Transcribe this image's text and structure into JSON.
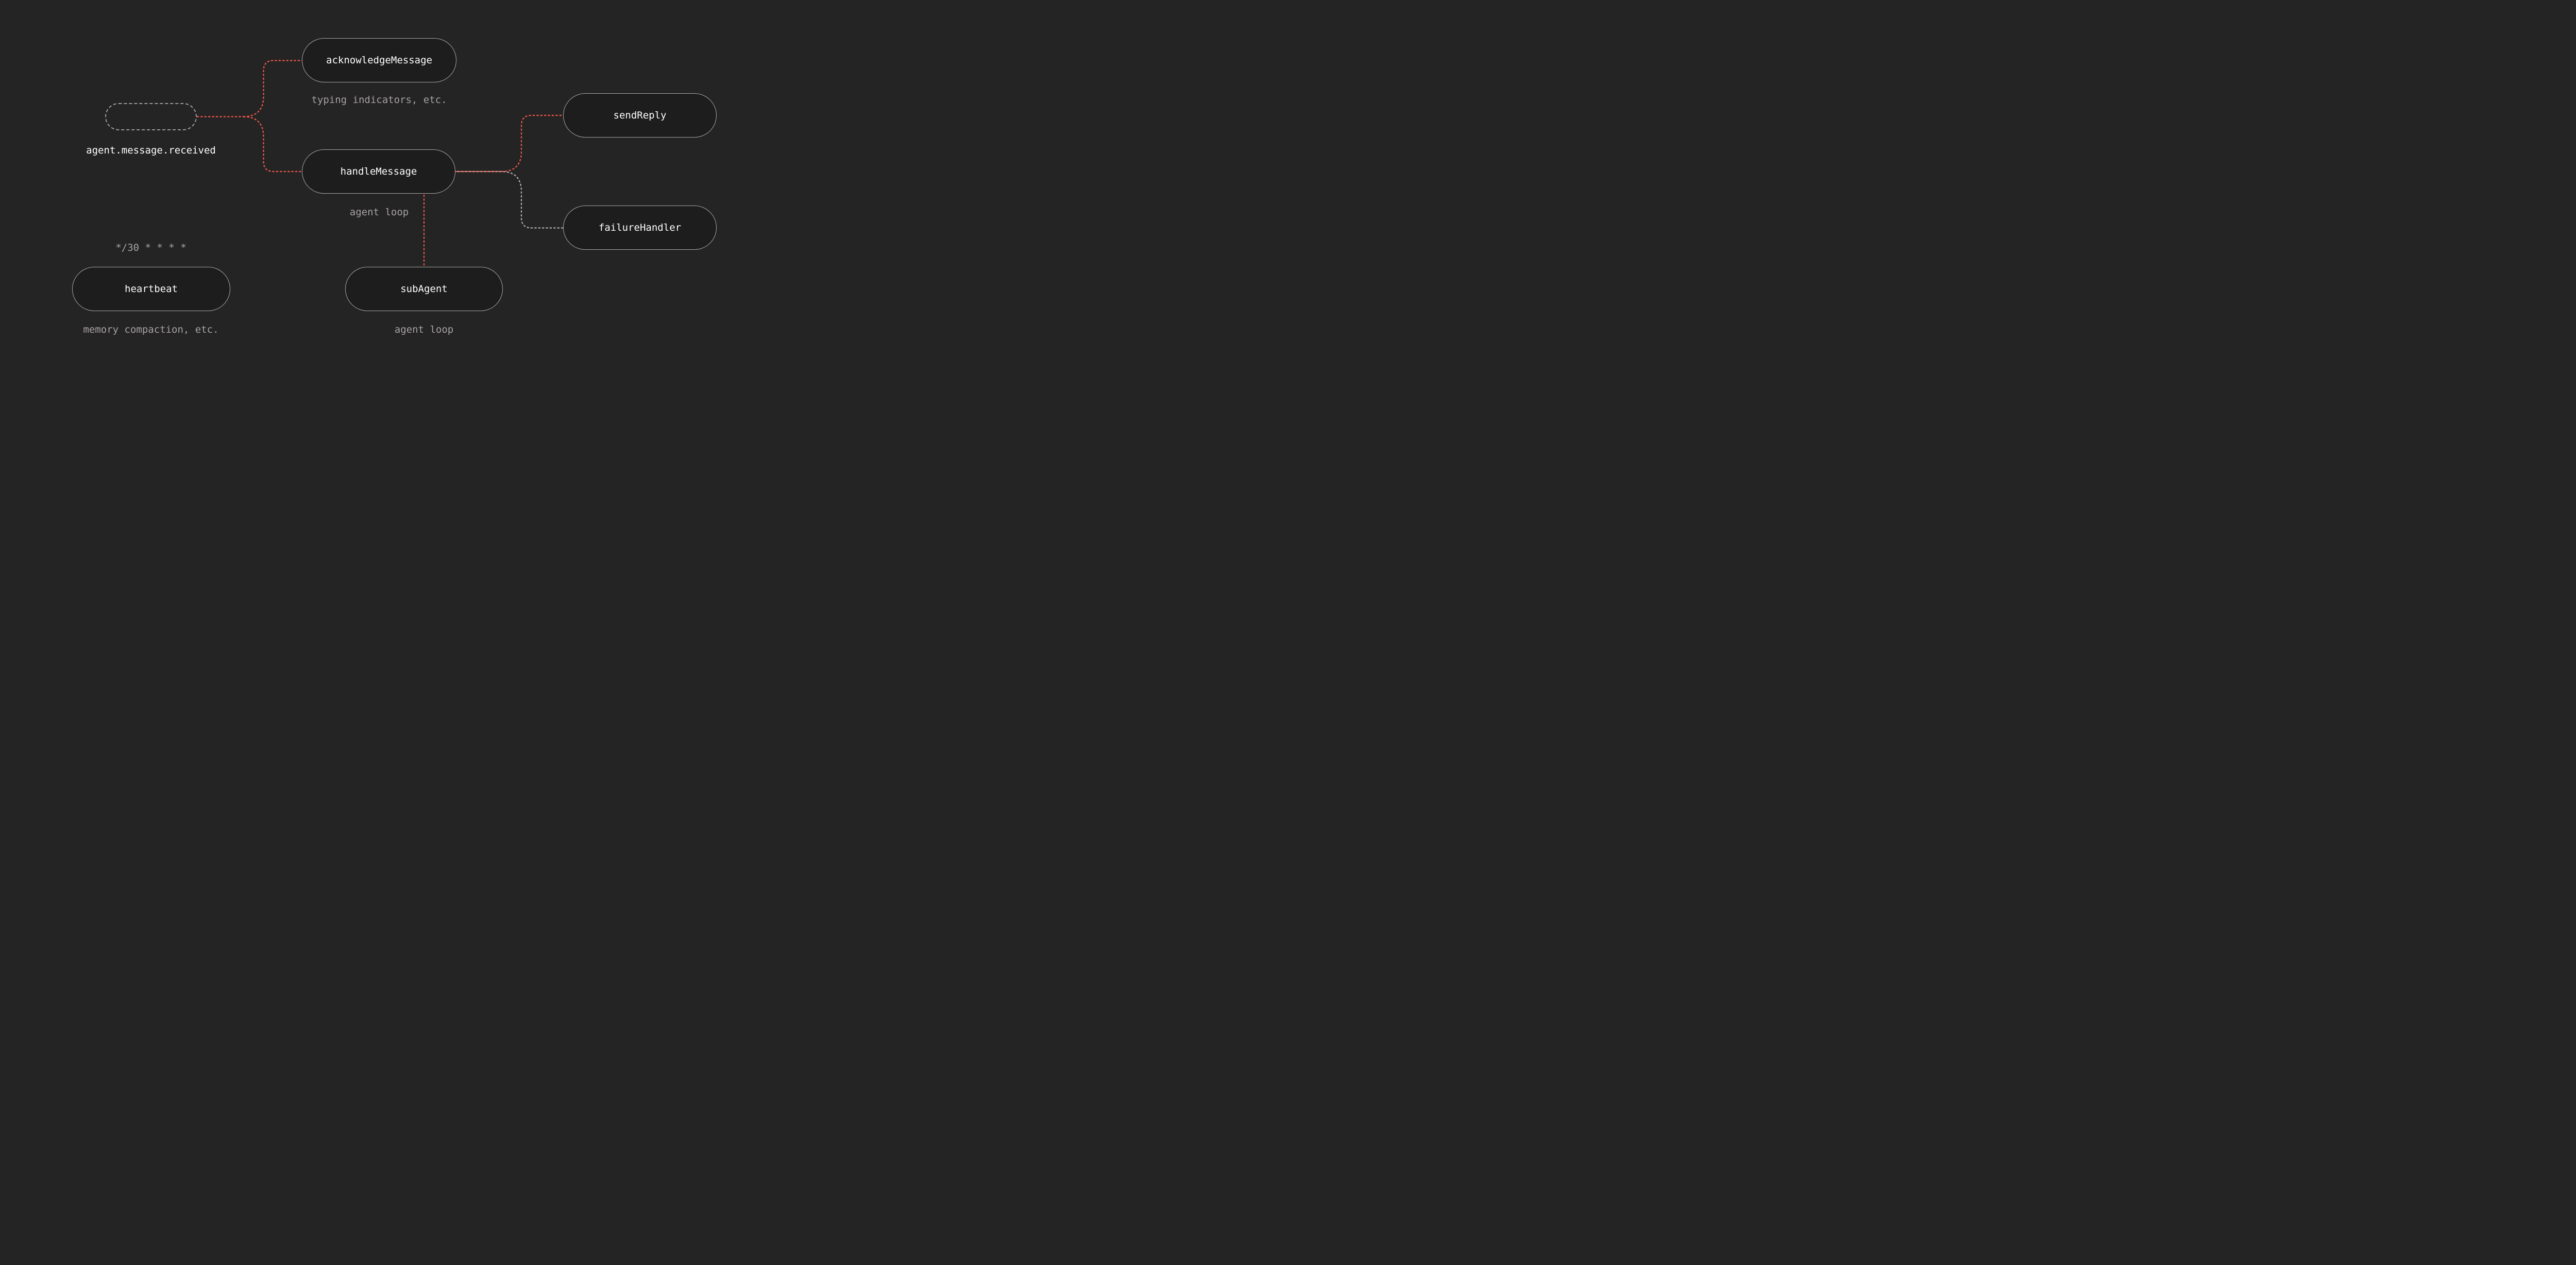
{
  "diagram": {
    "trigger_pill": {
      "label": "agent.message.received"
    },
    "nodes": [
      {
        "id": "acknowledgeMessage",
        "label": "acknowledgeMessage",
        "caption": "typing indicators, etc."
      },
      {
        "id": "handleMessage",
        "label": "handleMessage",
        "caption": "agent loop"
      },
      {
        "id": "sendReply",
        "label": "sendReply",
        "caption": ""
      },
      {
        "id": "failureHandler",
        "label": "failureHandler",
        "caption": ""
      },
      {
        "id": "heartbeat",
        "label": "heartbeat",
        "caption": "memory compaction, etc.",
        "schedule": "*/30 * * * *"
      },
      {
        "id": "subAgent",
        "label": "subAgent",
        "caption": "agent loop"
      }
    ],
    "edges": [
      {
        "from": "agent.message.received",
        "to": "acknowledgeMessage",
        "color": "red"
      },
      {
        "from": "agent.message.received",
        "to": "handleMessage",
        "color": "red"
      },
      {
        "from": "handleMessage",
        "to": "sendReply",
        "color": "red"
      },
      {
        "from": "handleMessage",
        "to": "failureHandler",
        "color": "gray"
      },
      {
        "from": "handleMessage",
        "to": "subAgent",
        "color": "red"
      }
    ],
    "colors": {
      "background": "#242424",
      "node_fill": "#1d1d1d",
      "node_border": "#aba5a5",
      "trigger_border": "#9b9b9b",
      "edge_red": "#f0584c",
      "edge_gray": "#b5afaf",
      "caption_text": "#a8a2a2",
      "label_text": "#ffffff"
    }
  }
}
